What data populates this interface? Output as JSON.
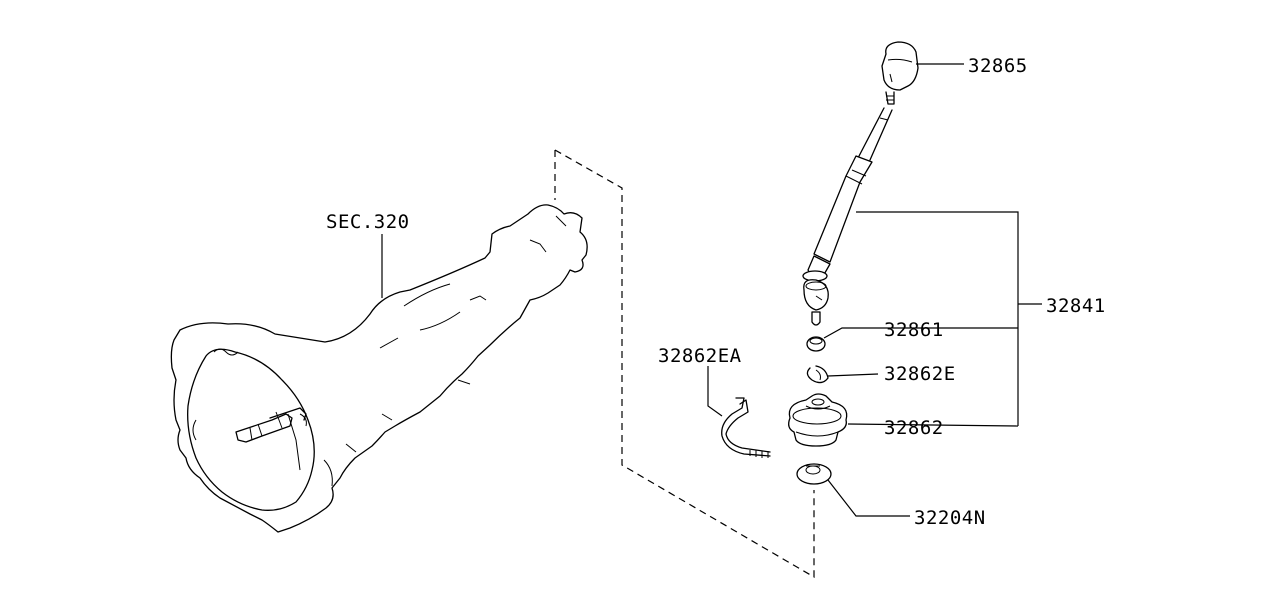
{
  "labels": {
    "sec_ref": "SEC.320",
    "p32865": "32865",
    "p32841": "32841",
    "p32861": "32861",
    "p32862e": "32862E",
    "p32862": "32862",
    "p32862ea": "32862EA",
    "p32204n": "32204N"
  }
}
